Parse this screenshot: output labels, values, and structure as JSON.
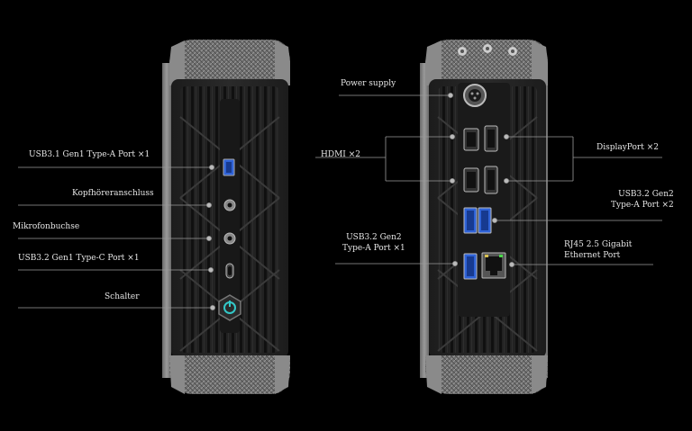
{
  "scene": {
    "background": "#000000",
    "text_color": "#e6e6e6",
    "line_color": "#9a9a9a",
    "accent_usb_blue": "#2f63d8",
    "power_button_glow": "#33c8c8",
    "front_panel": {
      "labels": {
        "usb_a": "USB3.1 Gen1 Type-A Port ×1",
        "headphone": "Kopfhöreranschluss",
        "microphone": "Mikrofonbuchse",
        "usb_c": "USB3.2 Gen1 Type-C Port ×1",
        "power_button": "Schalter"
      }
    },
    "rear_panel": {
      "labels": {
        "power_supply": "Power supply",
        "hdmi": "HDMI ×2",
        "displayport": "DisplayPort ×2",
        "usb_gen2_two_line1": "USB3.2 Gen2",
        "usb_gen2_two_line2": "Type-A Port ×2",
        "usb_gen2_one_line1": "USB3.2 Gen2",
        "usb_gen2_one_line2": "Type-A Port ×1",
        "rj45_line1": "RJ45  2.5 Gigabit",
        "rj45_line2": "Ethernet Port"
      }
    }
  }
}
